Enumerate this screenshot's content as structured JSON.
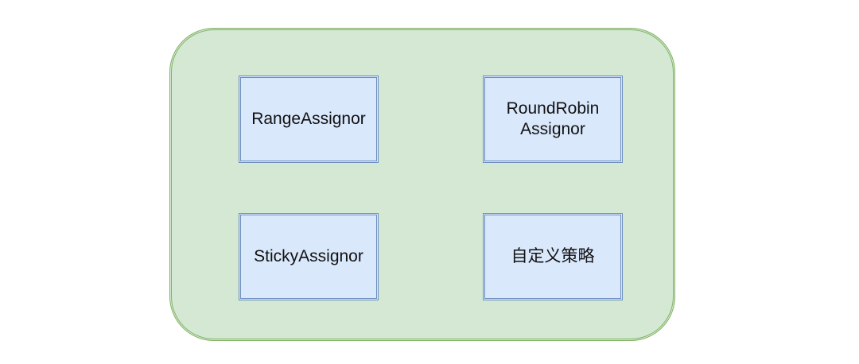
{
  "diagram": {
    "nodes": [
      {
        "id": "range",
        "label": "RangeAssignor"
      },
      {
        "id": "round-robin",
        "label": "RoundRobin\nAssignor"
      },
      {
        "id": "sticky",
        "label": "StickyAssignor"
      },
      {
        "id": "custom",
        "label": "自定义策略"
      }
    ]
  },
  "colors": {
    "container_fill": "#d5e8d4",
    "container_stroke": "#82b366",
    "node_fill": "#dae8fc",
    "node_stroke": "#6c8ebf"
  }
}
